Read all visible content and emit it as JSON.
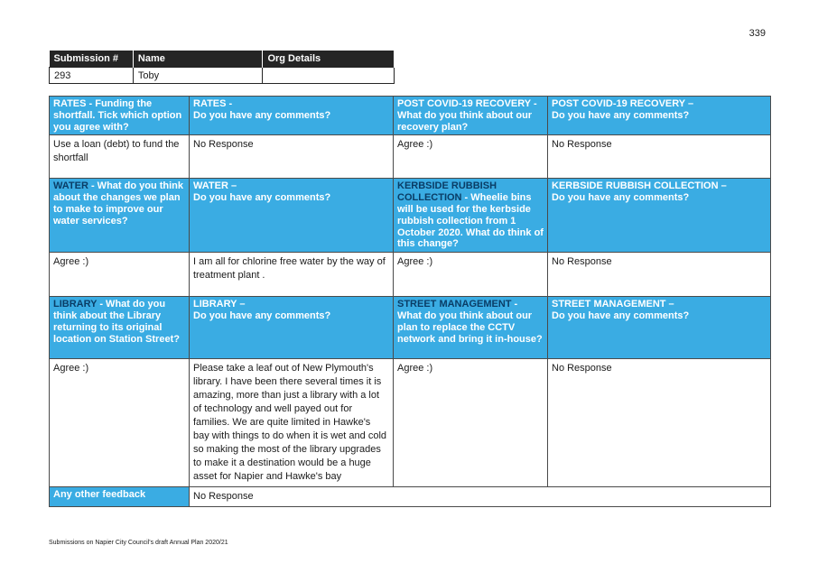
{
  "page_number": "339",
  "submission": {
    "headers": [
      "Submission #",
      "Name",
      "Org Details"
    ],
    "values": [
      "293",
      "Toby",
      ""
    ]
  },
  "sections": [
    {
      "q1_prefix": "RATES - Funding the shortfall. Tick which option you agree with?",
      "q1_rest": "",
      "q2_title": "RATES -",
      "q2_text": "Do you have any comments?",
      "q3_prefix": "POST COVID-19 RECOVERY -",
      "q3_rest": " What do you think about our recovery plan?",
      "q4_title": "POST COVID-19 RECOVERY –",
      "q4_text": "Do you have any comments?",
      "a1": "Use a loan (debt) to fund the shortfall",
      "a2": "No Response",
      "a3": "Agree :)",
      "a4": "No Response"
    },
    {
      "q1_prefix": "WATER",
      "q1_rest": " - What do you think about the changes we plan to make to improve our water services?",
      "q2_title": "WATER –",
      "q2_text": "Do you have any comments?",
      "q3_prefix": "KERBSIDE RUBBISH COLLECTION",
      "q3_rest": " - Wheelie bins will be used for the kerbside rubbish collection from 1 October 2020. What do think of this change?",
      "q4_title": "KERBSIDE RUBBISH COLLECTION –",
      "q4_text": "Do you have any comments?",
      "a1": "Agree :)",
      "a2": "I am all for chlorine free water by the way of treatment plant .",
      "a3": "Agree :)",
      "a4": "No Response"
    },
    {
      "q1_prefix": "LIBRARY",
      "q1_rest": " - What do you think about the Library returning to its original location on Station Street?",
      "q2_title": "LIBRARY –",
      "q2_text": "Do you have any comments?",
      "q3_prefix": "STREET MANAGEMENT",
      "q3_rest": " - What do you think about our plan to replace the CCTV network and bring it in-house?",
      "q4_title": "STREET MANAGEMENT –",
      "q4_text": "Do you have any comments?",
      "a1": "Agree :)",
      "a2": "Please take a leaf out of New Plymouth's library. I have been there several times it is amazing, more than just a library with a lot of technology and well payed out for families. We are quite limited in Hawke's bay with things to do when it is wet and cold so making the most of the library upgrades to make it a destination would be a huge asset for Napier and Hawke's bay",
      "a3": "Agree :)",
      "a4": "No Response"
    }
  ],
  "other_feedback": {
    "label": "Any other feedback",
    "value": "No Response"
  },
  "footer": "Submissions on Napier City Council's draft Annual Plan 2020/21"
}
